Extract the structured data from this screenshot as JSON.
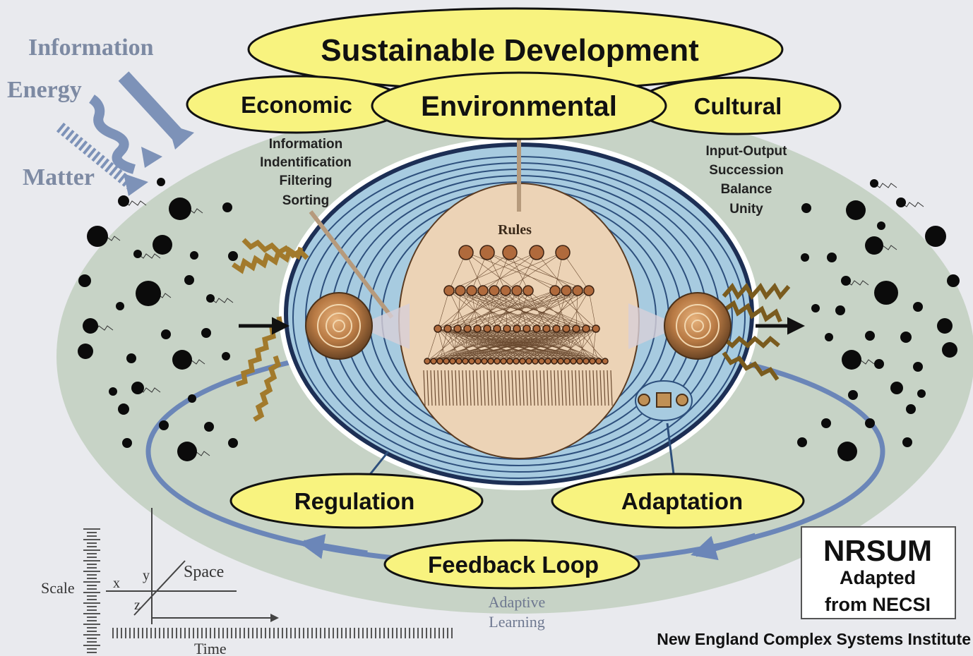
{
  "title": "Sustainable Development",
  "pillars": {
    "economic": "Economic",
    "environmental": "Environmental",
    "cultural": "Cultural"
  },
  "inputs": {
    "information": "Information",
    "energy": "Energy",
    "matter": "Matter"
  },
  "left_notes": [
    "Information",
    "Indentification",
    "Filtering",
    "Sorting"
  ],
  "right_notes": [
    "Input-Output",
    "Succession",
    "Balance",
    "Unity"
  ],
  "core": {
    "rules": "Rules"
  },
  "processes": {
    "regulation": "Regulation",
    "adaptation": "Adaptation",
    "feedback": "Feedback Loop"
  },
  "adaptive_learning": [
    "Adaptive",
    "Learning"
  ],
  "axes": {
    "scale": "Scale",
    "space": "Space",
    "time": "Time",
    "x": "x",
    "y": "y",
    "z": "z"
  },
  "badge": {
    "title": "NRSUM",
    "line1": "Adapted",
    "line2": "from NECSI"
  },
  "credit": "New England Complex Systems Institute",
  "colors": {
    "background": "#e9eaee",
    "outer_field": "#c7d3c6",
    "ellipse_fill": "#f8f37f",
    "water": "#a7cbe0",
    "core": "#ecd3b6",
    "arrow_blue": "#6b86b8"
  }
}
